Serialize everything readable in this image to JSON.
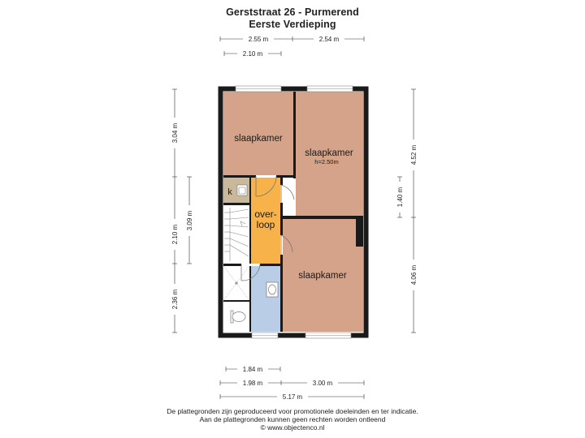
{
  "header": {
    "address": "Gerststraat 26 - Purmerend",
    "floor": "Eerste Verdieping"
  },
  "rooms": {
    "bedroom_topleft": "slaapkamer",
    "bedroom_topright": "slaapkamer",
    "bedroom_topright_height": "h=2.50m",
    "bedroom_bottom": "slaapkamer",
    "landing_line1": "over-",
    "landing_line2": "loop",
    "closet": "k"
  },
  "dimensions": {
    "top_left": "2.55 m",
    "top_right": "2.54 m",
    "top_inner": "2.10 m",
    "left_top": "3.04 m",
    "left_mid": "2.10 m",
    "left_bottom": "2.36 m",
    "left_inner": "3.09 m",
    "right_top": "4.52 m",
    "right_mid": "1.40 m",
    "right_bottom": "4.06 m",
    "bottom_inner": "1.84 m",
    "bottom_left": "1.98 m",
    "bottom_right": "3.00 m",
    "bottom_total": "5.17 m"
  },
  "footer": {
    "line1": "De plattegronden zijn geproduceerd voor promotionele doeleinden en ter indicatie.",
    "line2": "Aan de plattegronden kunnen geen rechten worden ontleend",
    "line3": "© www.objectenco.nl"
  },
  "colors": {
    "bedroom": "#d4a38a",
    "landing": "#f7b24a",
    "bathroom": "#b9cde6",
    "closet": "#c9b89a",
    "wall": "#1a1a1a"
  }
}
